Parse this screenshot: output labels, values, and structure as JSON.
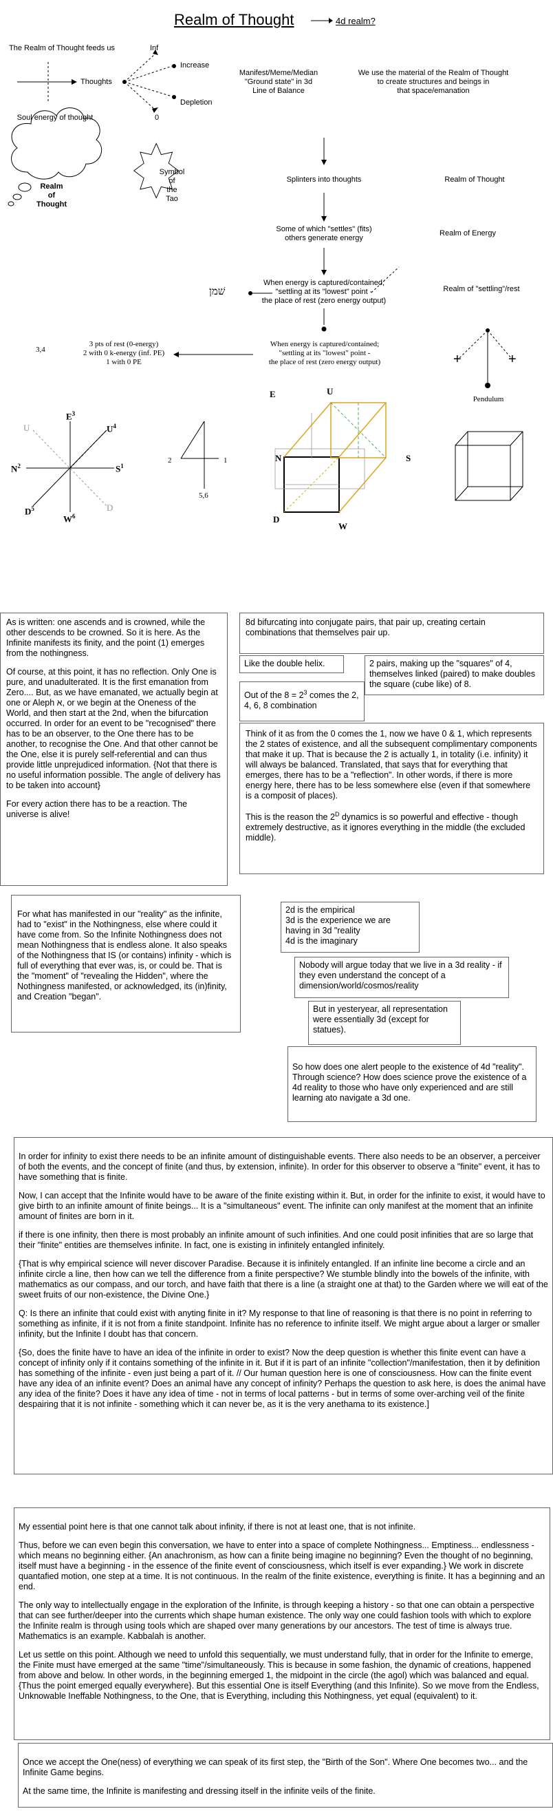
{
  "header": {
    "title": "Realm of Thought",
    "link": "4d realm?"
  },
  "flow_top": {
    "feeds": "The Realm of Thought feeds us",
    "inf": "Inf",
    "thoughts": "Thoughts",
    "increase": "Increase",
    "depletion": "Depletion",
    "zero": "0",
    "soul": "Soul energy of thought",
    "manifest": "Manifest/Meme/Median\n\"Ground state\" in 3d\nLine of Balance",
    "material": "We use the material of the Realm of Thought\nto create structures and beings in\nthat space/emanation"
  },
  "cloud": {
    "label": "Realm\nof\nThought"
  },
  "star": {
    "label": "Symbol\nof\nthe\nTao"
  },
  "flow_mid": {
    "splinters": "Splinters into thoughts",
    "realm_thought": "Realm of Thought",
    "settles": "Some of which \"settles\" (fits)\nothers generate energy",
    "realm_energy": "Realm of Energy",
    "captured1": "When energy is captured/contained;\n\"settling at its \"lowest\" point -\nthe place of rest (zero energy output)",
    "realm_settling": "Realm of  \"settling\"/rest",
    "hebrew": "שׁמן",
    "captured2": "When energy is captured/contained;\n\"settling at its \"lowest\" point -\nthe place of rest (zero energy output)",
    "label34": "3,4",
    "pts": "3 pts of rest (0-energy)\n2 with 0 k-energy (inf. PE)\n1 with 0 PE",
    "pendulum": "Pendulum",
    "plus_left": "+",
    "plus_right": "+"
  },
  "compass": {
    "E": "E",
    "E_sup": "3",
    "U_grey": "U",
    "U": "U",
    "U_sup": "4",
    "N": "N",
    "N_sup": "2",
    "S": "S",
    "S_sup": "1",
    "D": "D",
    "D_sup": "5",
    "W": "W",
    "W_sup": "6",
    "D_grey": "D"
  },
  "four": {
    "l2": "2",
    "l1": "1",
    "l56": "5,6"
  },
  "cube_labels": {
    "E": "E",
    "U": "U",
    "N": "N",
    "S": "S",
    "D": "D",
    "W": "W"
  },
  "boxes": {
    "left_main": [
      "As is written: one ascends and is crowned, while the other descends to be crowned. So it is here. As the Infinite manifests its finity, and the point (1) emerges from the nothingness.",
      "Of course, at this point, it has no reflection. Only One is pure, and unadulterated. It is the first emanation from Zero.... But, as we have emanated, we actually begin at one or Aleph א, or we begin at the Oneness of the World, and then start at the 2nd, when the bifurcation occurred. In order for an event to be \"recognised\" there has to be an observer, to the One there has to be another, to recognise the One. And that other cannot be the One, else it is purely self-referential and can thus provide little unprejudiced information. {Not that there is no useful information possible. The angle of delivery has to be taken into account}",
      "For every action there has to be a reaction. The universe is alive!"
    ],
    "bifurcating": "8d bifurcating into conjugate pairs, that pair up, creating certain combinations that themselves pair up.",
    "helix": "Like the double helix.",
    "pairs": "2 pairs, making up the \"squares\" of 4, themselves linked (paired) to make doubles the square (cube like) of 8.",
    "out_of_pre": "Out of the 8 = 2",
    "out_of_sup": "3",
    "out_of_post": " comes the 2, 4, 6, 8 combination",
    "think_p1": "Think of it as from the 0 comes the 1, now we have 0 & 1, which represents the 2 states of existence, and all the subsequent complimentary components that make it up. That is because the 2 is actually 1, in totality (i.e. infinity) it will always be balanced. Translated, that says that for everything that emerges, there has to be a \"reflection\". In other words, if there is more energy here, there has to be less somewhere else (even if that somewhere is a composit of places).",
    "think_p2_pre": "This is the reason the 2",
    "think_p2_sup": "D",
    "think_p2_post": " dynamics is so powerful and effective - though extremely destructive, as it ignores everything in the middle (the excluded middle).",
    "manifested": "For what has manifested in our \"reality\" as the infinite, had to \"exist\" in the Nothingness, else where could it have come from. So the Infinite Nothingness does not mean Nothingness that is endless alone. It also speaks of the Nothingness that IS (or contains) infinity - which is full of everything that ever was, is, or could be. That is the \"moment\" of \"revealing the Hidden\", where the Nothingness manifested, or acknowledged, its (in)finity, and Creation \"began\".",
    "dims": "2d is the empirical\n3d is the experience we are having in 3d \"reality\n4d is the imaginary",
    "nobody": "Nobody will argue today that we live in a 3d reality - if they even understand the concept of a dimension/world/cosmos/reality",
    "yesteryear": "But in yesteryear, all representation were essentially 3d (except for statues).",
    "alert": "So how does one alert people to the existence of 4d \"reality\". Through science? How does science prove the existence of a 4d reality to those who have only experienced and are still learning ato navigate a  3d one.",
    "infinity": [
      "In order for infinity to exist there needs to be an infinite amount of distinguishable events. There also needs to be an observer, a perceiver of both the events, and the concept of finite (and thus, by extension, infinite). In order for this observer to observe a \"finite\" event, it has to have something that is finite.",
      "Now, I can accept that the Infinite would have to be aware of the finite existing within it. But, in order for the infinite to exist, it would have to give birth to an infinite amount of finite beings... It is a \"simultaneous\" event. The infinite can only manifest at the moment that an infinite amount of finites are born in it.",
      "if there is one infinity, then there is most probably an infinite amount of such infinities. And one could posit infinities that are so large that their \"finite\" entities are themselves infinite. In fact, one is existing in infinitely entangled infinitely.",
      "{That is why empirical science will never discover Paradise. Because it is infinitely entangled. If an infinite line become a circle and an infinite circle a line, then how can we tell the difference from a finite perspective? We stumble blindly into the bowels of the infinite, with mathematics as our compass, and our torch, and have faith that there is a line (a straight one at that) to the Garden where we will eat of the sweet fruits of our non-existence, the Divine One.}",
      "Q: Is there an infinite that could exist with anyting finite in it? My response to that line of reasoning is that there is no point in referring to something as infinite, if it is not from a finite standpoint. Infinite has no reference to infinite itself. We might argue about a larger or smaller infinity, but the Infinite I doubt has that concern.",
      " {So, does the finite have to have an idea of the infinite in order to exist? Now the deep question is whether this finite event can have a concept of infinity only if it contains something of the infinite in it. But if it is part of an infinite \"collection\"/manifestation, then it by definition has something of the infinite - even just being a part of it. // Our human question here is one of consciousness. How can the finite event have any idea of an infinite event? Does an animal have any concept of infinity? Perhaps the question to ask here, is does the animal have any idea of the finite? Does it have any idea of time - not in terms of local patterns - but in terms of some over-arching veil of the finite despairing that it is not infinite - something which it can never be, as it is the very anethama to its existence.]"
    ],
    "essential": [
      "My essential point here is that one cannot talk about infinity, if there is not at least one, that is not infinite.",
      "Thus, before we can even begin this conversation, we have to enter into a space of complete Nothingness... Emptiness... endlessness - which means no beginning either. {An anachronism, as how can a finite being imagine no beginning? Even the thought of no beginning, itself must have a beginning - in the essence of the finite event of consciousness, which itself is ever expanding.} We work in discrete quantafied motion, one step at a time. It is not continuous. In the realm of the finite existence, everything is finite. It has a beginning and an end.",
      "The only way to intellectually engage in the exploration of the Infinite, is through keeping a history - so that one can obtain a perspective that can see further/deeper into the currents which shape human existence. The only way one could fashion tools with which to explore the Infinite realm is through using tools which are shaped over many generations by our ancestors. The test of time is always true. Mathematics is an example. Kabbalah is another.",
      "Let us settle on this point. Although we need to unfold this sequentially, we must understand fully, that in order for the Infinite to emerge, the Finite must have emerged at the same \"time\"/simultaneously. This is because in some fashion, the dynamic of creations, happened from above and below. In other words, in the beginning emerged 1, the midpoint in the circle (the agol) which was balanced and equal. {Thus the point emerged equally everywhere}. But this essential One is itself Everything (and this Infinite). So we move from the Endless, Unknowable Ineffable Nothingness, to the One, that is Everything, including this Nothingness, yet equal (equivalent) to it."
    ],
    "once": [
      "Once we accept the One(ness) of everything we can speak of its first step, the \"Birth of the Son\". Where One becomes two... and the Infinite Game begins.",
      "At the same time, the Infinite is manifesting and dressing itself in the infinite veils of the finite."
    ]
  },
  "colors": {
    "accent_orange": "#e0a41a",
    "accent_green": "#4caf50",
    "grey_line": "#999999"
  }
}
